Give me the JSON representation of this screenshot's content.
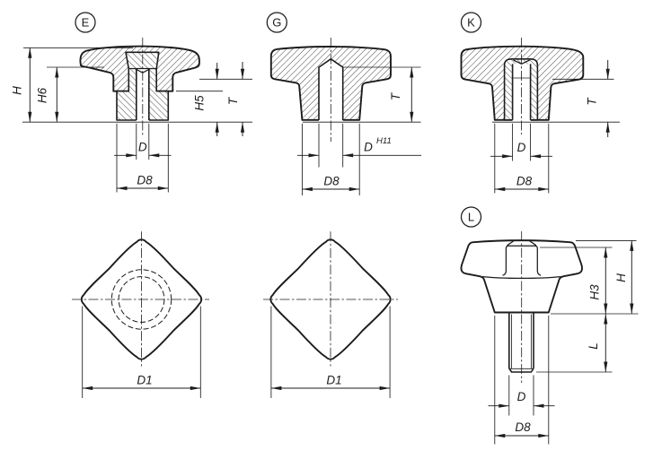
{
  "colors": {
    "ink": "#1c1c1c",
    "paper": "#ffffff"
  },
  "views": {
    "e": {
      "badge": "E",
      "dim_h": "H",
      "dim_h6": "H6",
      "dim_h5": "H5",
      "dim_t": "T",
      "dim_d": "D",
      "dim_d8": "D8"
    },
    "g": {
      "badge": "G",
      "dim_t": "T",
      "dim_d": "D",
      "dim_d_tolerance": "H11",
      "dim_d8": "D8"
    },
    "k": {
      "badge": "K",
      "dim_t": "T",
      "dim_d": "D",
      "dim_d8": "D8"
    },
    "l": {
      "badge": "L",
      "dim_h": "H",
      "dim_h3": "H3",
      "dim_l": "L",
      "dim_d": "D",
      "dim_d8": "D8"
    },
    "plan_left": {
      "dim_d1": "D1"
    },
    "plan_center": {
      "dim_d1": "D1"
    }
  }
}
